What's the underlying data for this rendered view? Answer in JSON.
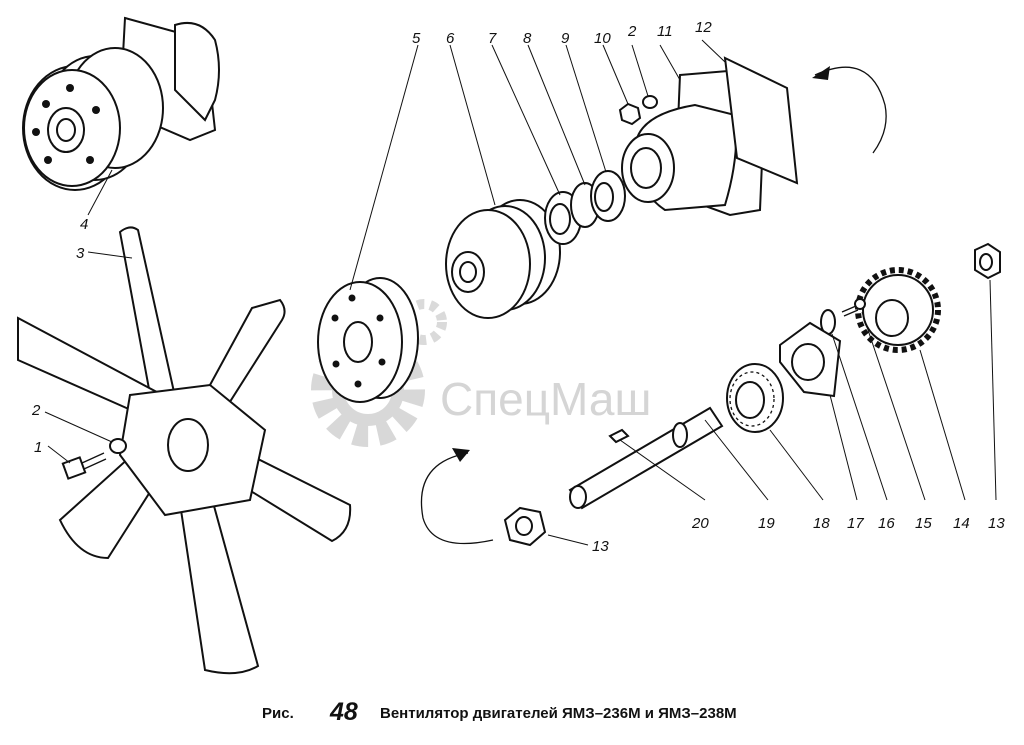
{
  "caption": {
    "label": "Рис.",
    "number": "48",
    "title": "Вентилятор двигателей ЯМЗ–236М и ЯМЗ–238М"
  },
  "watermark": {
    "text": "СпецМаш",
    "icon": "gear-icon"
  },
  "callouts": [
    "1",
    "2",
    "2",
    "3",
    "4",
    "5",
    "6",
    "7",
    "8",
    "9",
    "10",
    "11",
    "12",
    "13",
    "13",
    "14",
    "15",
    "16",
    "17",
    "18",
    "19",
    "20"
  ]
}
